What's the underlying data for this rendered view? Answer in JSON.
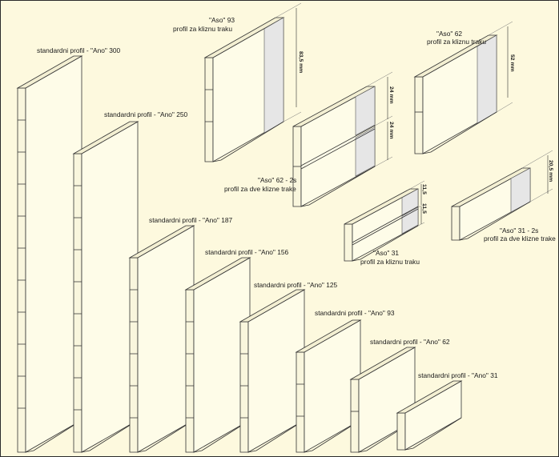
{
  "colors": {
    "background": "#fdf9de",
    "profile_face": "#fefce8",
    "dimension_strip": "#e6e6e6",
    "outline": "#2b2b2b"
  },
  "labels": {
    "ano300": "standardni profil  - \"Ano\" 300",
    "ano250": "standardni profil  - \"Ano\" 250",
    "ano187": "standardni profil  - \"Ano\" 187",
    "ano156": "standardni profil  - \"Ano\" 156",
    "ano125": "standardni profil  - \"Ano\" 125",
    "ano93": "standardni profil  - \"Ano\" 93",
    "ano62": "standardni profil  - \"Ano\" 62",
    "ano31": "standardni profil  - \"Ano\" 31",
    "aso93_line1": "\"Aso\" 93",
    "aso93_line2": "profil za kliznu traku",
    "aso62_line1": "\"Aso\" 62",
    "aso62_line2": "profil za kliznu traku",
    "aso62_2s_line1": "\"Aso\" 62 - 2s",
    "aso62_2s_line2": "profil za dve klizne trake",
    "aso31_line1": "\"Aso\" 31",
    "aso31_line2": "profil za kliznu traku",
    "aso31_2s_line1": "\"Aso\" 31 - 2s",
    "aso31_2s_line2": "profil za dve klizne trake"
  },
  "dimensions": {
    "aso93": "83,5 mm",
    "aso62": "52 mm",
    "aso62_2s_a": "24 mm",
    "aso62_2s_b": "24 mm",
    "aso31_a": "11,5",
    "aso31_b": "11,5",
    "aso31_2s": "20,5 mm"
  }
}
